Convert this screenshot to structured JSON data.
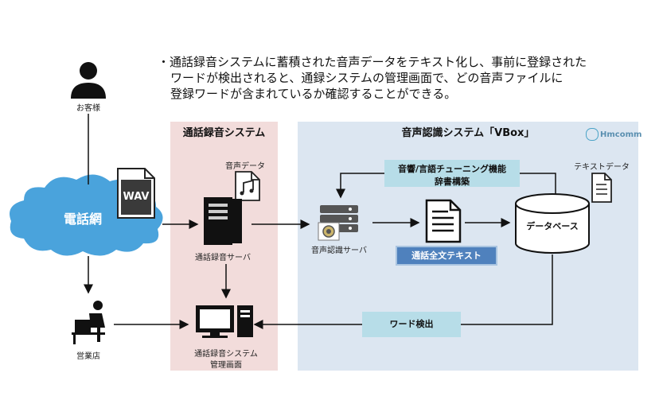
{
  "description": {
    "line1": "・通話録音システムに蓄積された音声データをテキスト化し、事前に登録された",
    "line2": "ワードが検出されると、通録システムの管理画面で、どの音声ファイルに",
    "line3": "登録ワードが含まれているか確認することができる。"
  },
  "customer": {
    "label": "お客様"
  },
  "cloud": {
    "label": "電話網"
  },
  "wav": {
    "label": "WAV"
  },
  "branch": {
    "label": "営業店"
  },
  "recording_system": {
    "title": "通話録音システム",
    "audio_data_label": "音声データ",
    "server_label": "通話録音サーバ",
    "admin_label_1": "通話録音システム",
    "admin_label_2": "管理画面"
  },
  "vbox_system": {
    "title": "音声認識システム「VBox」",
    "logo": "Hmcomm",
    "tuning_box_line1": "音響/言語チューニング機能",
    "tuning_box_line2": "辞書構築",
    "text_data_label": "テキストデータ",
    "recognition_server_label": "音声認識サーバ",
    "fulltext_label": "通話全文テキスト",
    "database_label": "データベース",
    "word_detect_label": "ワード検出"
  }
}
